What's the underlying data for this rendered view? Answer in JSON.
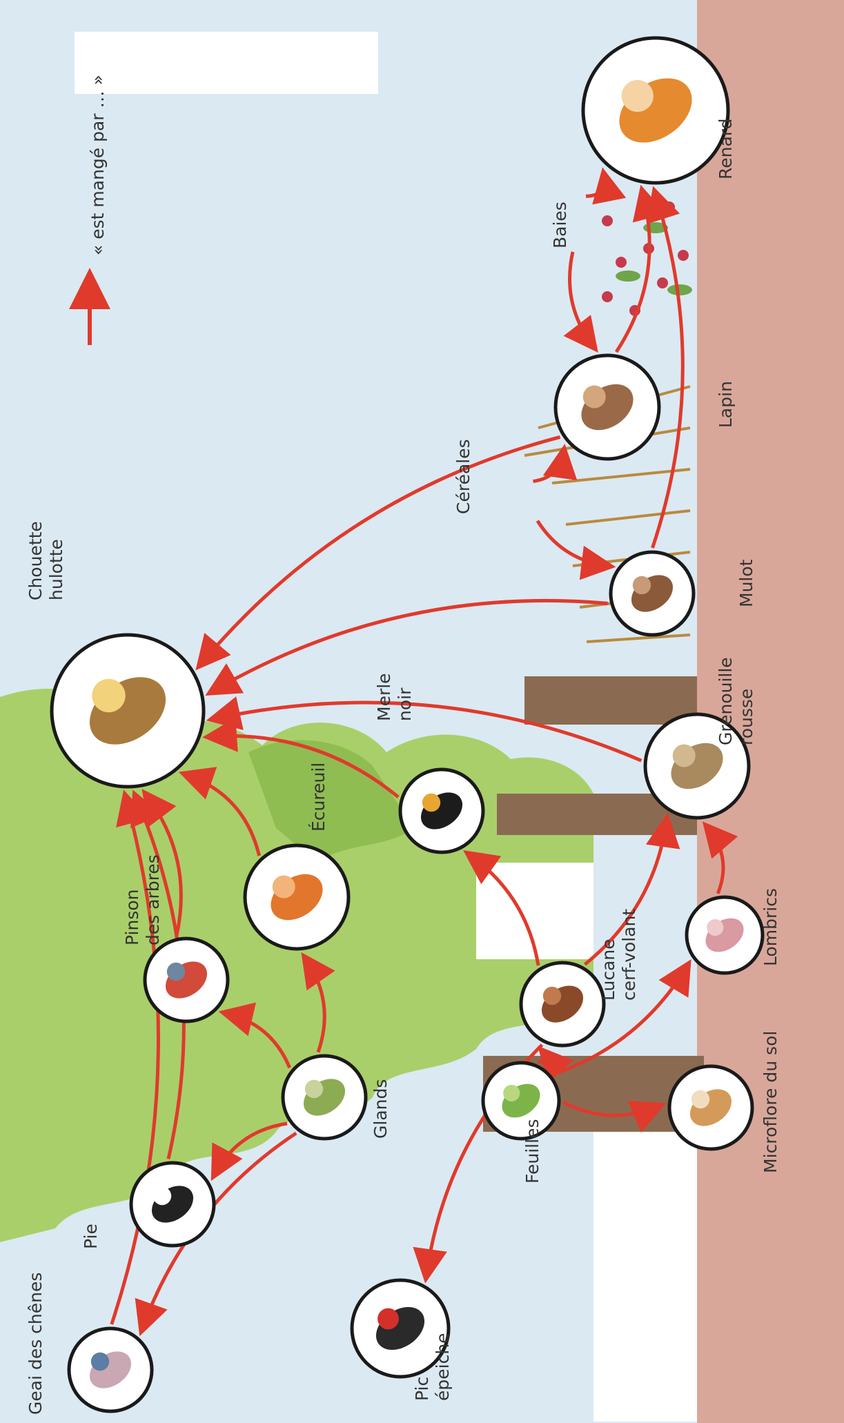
{
  "legend": {
    "arrow_meaning": "« est mangé par … »"
  },
  "colors": {
    "arrow": "#e03a2c",
    "sky": "#dbe9f2",
    "soil": "#d9a79a",
    "foliage": "#a9cf6a",
    "trunk": "#8a6b52"
  },
  "nodes": {
    "chouette": {
      "label": [
        "Chouette",
        "hulotte"
      ],
      "icon": "owl-icon"
    },
    "geai": {
      "label": [
        "Geai des chênes"
      ],
      "icon": "jay-icon"
    },
    "pie": {
      "label": [
        "Pie"
      ],
      "icon": "magpie-icon"
    },
    "pinson": {
      "label": [
        "Pinson",
        "des arbres"
      ],
      "icon": "finch-icon"
    },
    "ecureuil": {
      "label": [
        "Écureuil"
      ],
      "icon": "squirrel-icon"
    },
    "merle": {
      "label": [
        "Merle",
        "noir"
      ],
      "icon": "blackbird-icon"
    },
    "pic": {
      "label": [
        "Pic",
        "épeiche"
      ],
      "icon": "woodpecker-icon"
    },
    "glands": {
      "label": [
        "Glands"
      ],
      "icon": "acorn-icon"
    },
    "feuilles": {
      "label": [
        "Feuilles"
      ],
      "icon": "leaf-icon"
    },
    "lucane": {
      "label": [
        "Lucane",
        "cerf-volant"
      ],
      "icon": "stag-beetle-icon"
    },
    "microflore": {
      "label": [
        "Microflore du sol"
      ],
      "icon": "microflora-icon"
    },
    "lombrics": {
      "label": [
        "Lombrics"
      ],
      "icon": "earthworm-icon"
    },
    "grenouille": {
      "label": [
        "Grenouille",
        "rousse"
      ],
      "icon": "frog-icon"
    },
    "mulot": {
      "label": [
        "Mulot"
      ],
      "icon": "mouse-icon"
    },
    "lapin": {
      "label": [
        "Lapin"
      ],
      "icon": "rabbit-icon"
    },
    "renard": {
      "label": [
        "Renard"
      ],
      "icon": "fox-icon"
    },
    "cereales": {
      "label": [
        "Céréales"
      ],
      "icon": "cereal-icon"
    },
    "baies": {
      "label": [
        "Baies"
      ],
      "icon": "berries-icon"
    }
  },
  "edges": [
    [
      "geai",
      "chouette"
    ],
    [
      "pie",
      "chouette"
    ],
    [
      "pinson",
      "chouette"
    ],
    [
      "ecureuil",
      "chouette"
    ],
    [
      "merle",
      "chouette"
    ],
    [
      "grenouille",
      "chouette"
    ],
    [
      "mulot",
      "chouette"
    ],
    [
      "lapin",
      "chouette"
    ],
    [
      "glands",
      "geai"
    ],
    [
      "glands",
      "pie"
    ],
    [
      "glands",
      "pinson"
    ],
    [
      "glands",
      "ecureuil"
    ],
    [
      "feuilles",
      "lucane"
    ],
    [
      "feuilles",
      "microflore"
    ],
    [
      "feuilles",
      "lombrics"
    ],
    [
      "lucane",
      "pic"
    ],
    [
      "lucane",
      "merle"
    ],
    [
      "lucane",
      "grenouille"
    ],
    [
      "lombrics",
      "grenouille"
    ],
    [
      "cereales",
      "mulot"
    ],
    [
      "cereales",
      "lapin"
    ],
    [
      "baies",
      "lapin"
    ],
    [
      "baies",
      "renard"
    ],
    [
      "mulot",
      "renard"
    ],
    [
      "lapin",
      "renard"
    ]
  ]
}
